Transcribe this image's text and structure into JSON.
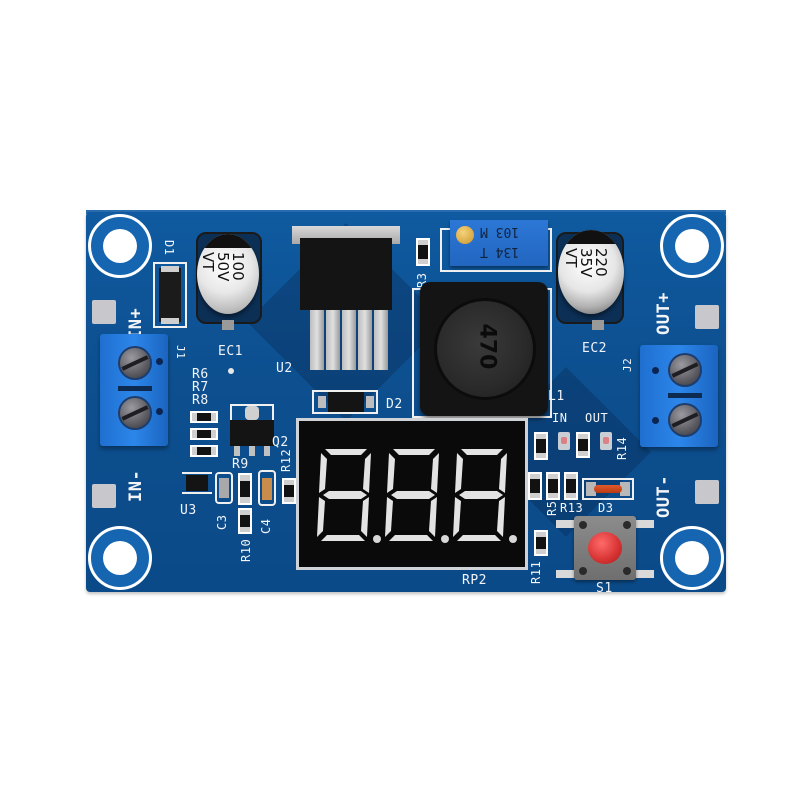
{
  "image": {
    "subject": "LM2596 DC-DC step-down buck converter module with 3-digit LED voltmeter",
    "board_color": "#0d4f8f",
    "background_color": "#ffffff"
  },
  "silkscreen": {
    "input_plus": "IN+",
    "input_minus": "IN-",
    "output_plus": "OUT+",
    "output_minus": "OUT-",
    "d1": "D1",
    "ec1": "EC1",
    "u2": "U2",
    "r3": "R3",
    "ec2": "EC2",
    "l1": "L1",
    "j1": "J1",
    "j2": "J2",
    "r6": "R6",
    "r7": "R7",
    "r8": "R8",
    "q2": "Q2",
    "r9": "R9",
    "r12": "R12",
    "u3": "U3",
    "c3": "C3",
    "c4": "C4",
    "r10": "R10",
    "d2": "D2",
    "rp2": "RP2",
    "r11": "R11",
    "r5": "R5",
    "r13": "R13",
    "d3": "D3",
    "r14": "R14",
    "s1": "S1",
    "led_in": "IN",
    "led_out": "OUT"
  },
  "components": {
    "ec1": {
      "value": "100",
      "voltage": "50V",
      "series": "VT"
    },
    "ec2": {
      "value": "220",
      "voltage": "35V",
      "series": "VT"
    },
    "inductor": {
      "marking": "470"
    },
    "potentiometer": {
      "line1": "103",
      "line2": "M",
      "line3": "134",
      "line4": "T"
    },
    "display": {
      "digits": [
        "8.",
        "8.",
        "8."
      ],
      "segments_lit": false
    }
  }
}
